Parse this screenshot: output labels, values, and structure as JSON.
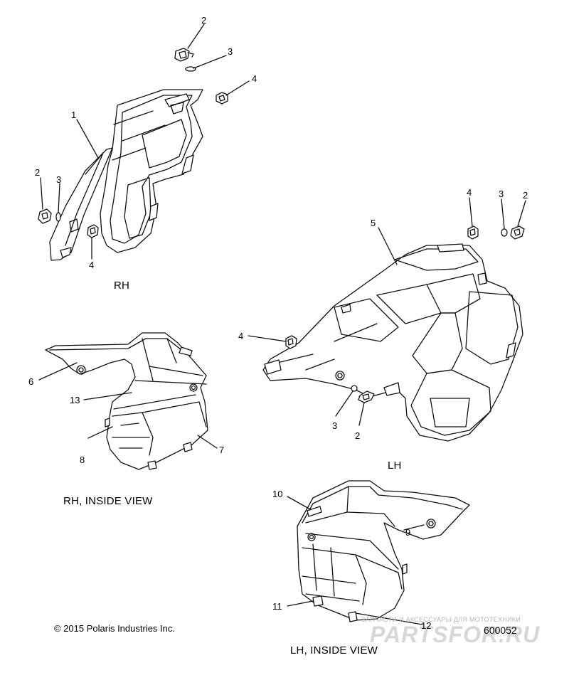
{
  "callouts": {
    "c2_top": "2",
    "c3_top": "3",
    "c4_top": "4",
    "c1": "1",
    "c2_rh": "2",
    "c3_rh": "3",
    "c4_rh": "4",
    "c4_lh_top": "4",
    "c3_lh_top": "3",
    "c2_lh_top": "2",
    "c5": "5",
    "c4_lh_left": "4",
    "c3_lh_bot": "3",
    "c2_lh_bot": "2",
    "c6": "6",
    "c13": "13",
    "c7": "7",
    "c8": "8",
    "c10": "10",
    "c9": "9",
    "c11": "11",
    "c12": "12"
  },
  "labels": {
    "rh": "RH",
    "lh": "LH",
    "rh_inside": "RH, INSIDE VIEW",
    "lh_inside": "LH, INSIDE VIEW"
  },
  "footer": {
    "copyright": "© 2015 Polaris Industries Inc.",
    "diagram_number": "600052"
  },
  "watermark": {
    "tagline": "ЗАПЧАСТИ И АКСЕССУАРЫ ДЛЯ МОТОТЕХНИКИ",
    "brand": "PARTSFOR.RU"
  }
}
